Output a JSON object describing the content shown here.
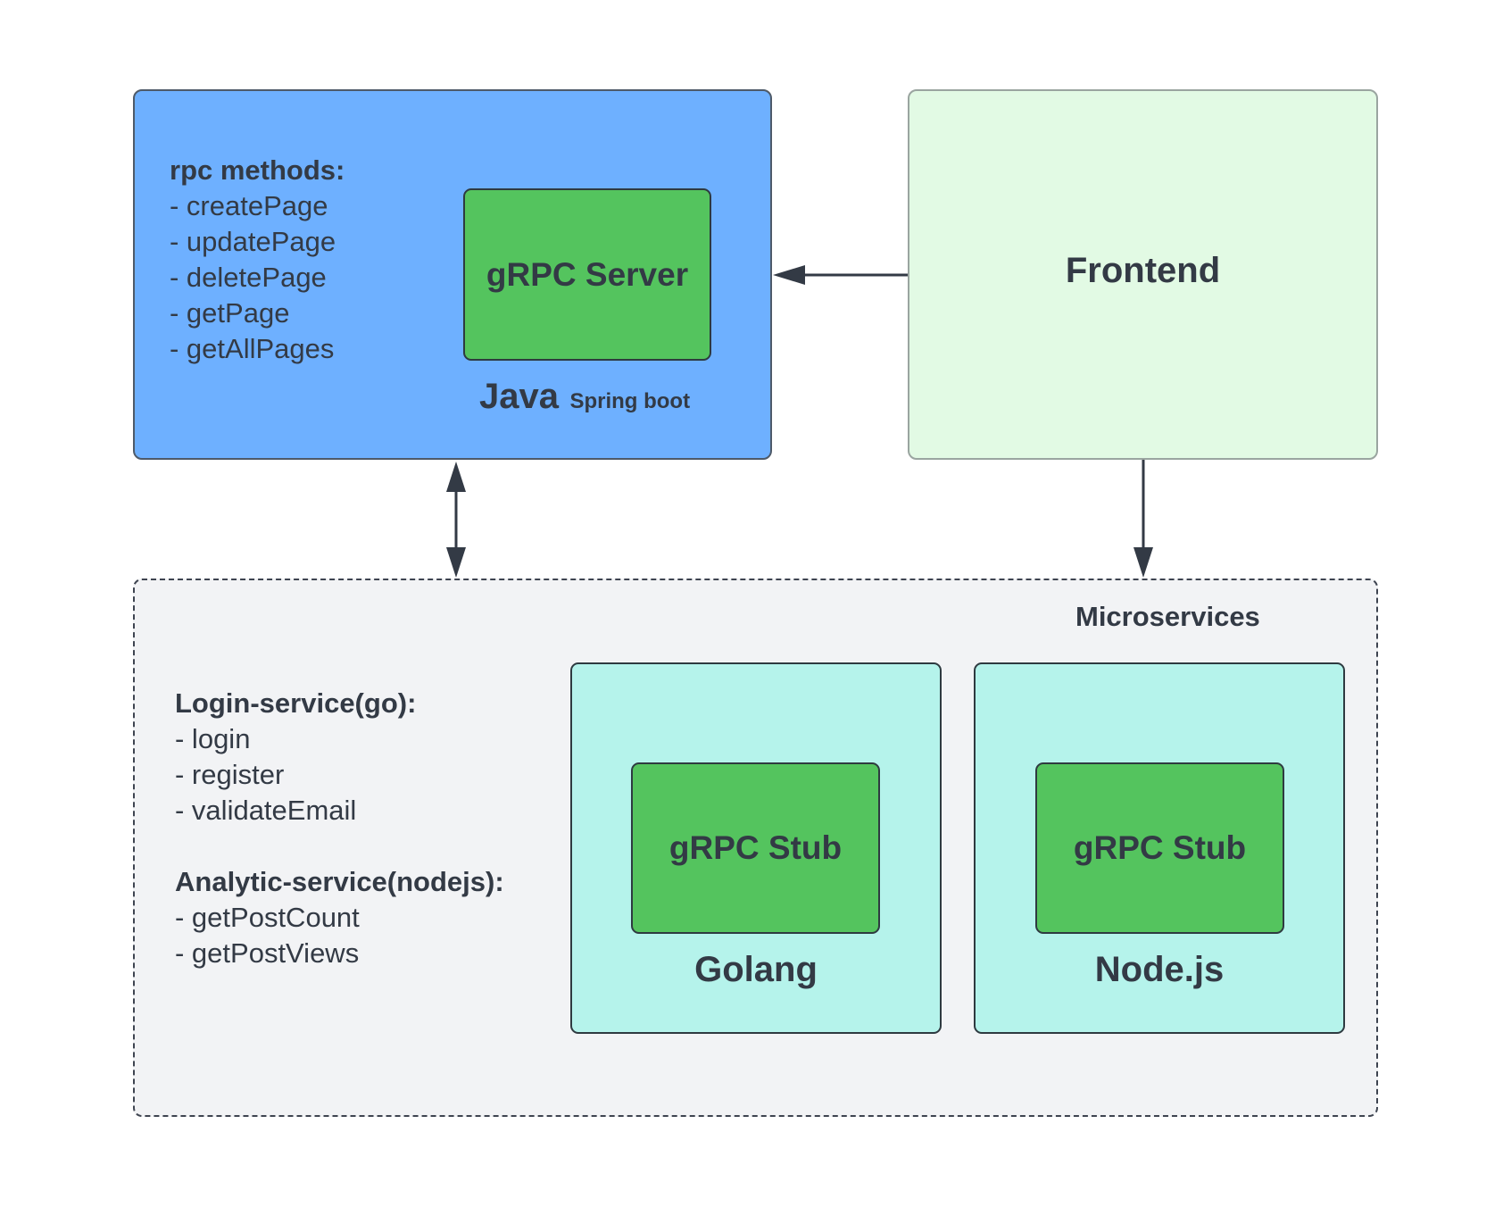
{
  "java": {
    "methods_title": "rpc methods:",
    "methods": [
      "- createPage",
      "- updatePage",
      "- deletePage",
      "- getPage",
      "- getAllPages"
    ],
    "server_label": "gRPC Server",
    "lang_label": "Java",
    "framework_label": "Spring boot"
  },
  "frontend": {
    "label": "Frontend"
  },
  "microservices": {
    "title": "Microservices",
    "login_title": "Login-service(go):",
    "login_methods": [
      "- login",
      "- register",
      "- validateEmail"
    ],
    "analytic_title": "Analytic-service(nodejs):",
    "analytic_methods": [
      "- getPostCount",
      "- getPostViews"
    ],
    "golang": {
      "stub_label": "gRPC Stub",
      "lang_label": "Golang"
    },
    "node": {
      "stub_label": "gRPC Stub",
      "lang_label": "Node.js"
    }
  },
  "colors": {
    "java_bg": "#6eb0ff",
    "frontend_bg": "#e2fae4",
    "grpc_green": "#54c45e",
    "service_teal": "#b5f3eb",
    "micro_bg": "#f2f3f5",
    "text": "#333a45"
  }
}
